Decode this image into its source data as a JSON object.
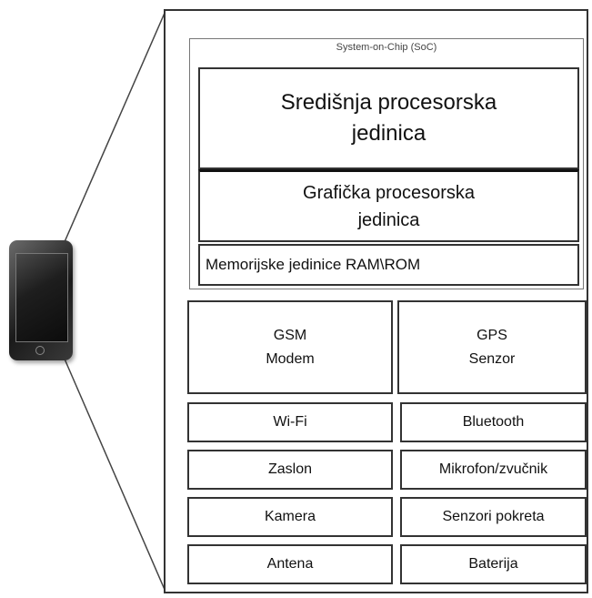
{
  "soc_title": "System-on-Chip (SoC)",
  "cpu": {
    "line1": "Središnja procesorska",
    "line2": "jedinica"
  },
  "gpu": {
    "line1": "Grafička procesorska",
    "line2": "jedinica"
  },
  "memory": "Memorijske jedinice RAM\\ROM",
  "gsm": {
    "line1": "GSM",
    "line2": "Modem"
  },
  "gps": {
    "line1": "GPS",
    "line2": "Senzor"
  },
  "components": {
    "wifi": "Wi-Fi",
    "bluetooth": "Bluetooth",
    "zaslon": "Zaslon",
    "mikrofon": "Mikrofon/zvučnik",
    "kamera": "Kamera",
    "senzori": "Senzori pokreta",
    "antena": "Antena",
    "baterija": "Baterija"
  }
}
